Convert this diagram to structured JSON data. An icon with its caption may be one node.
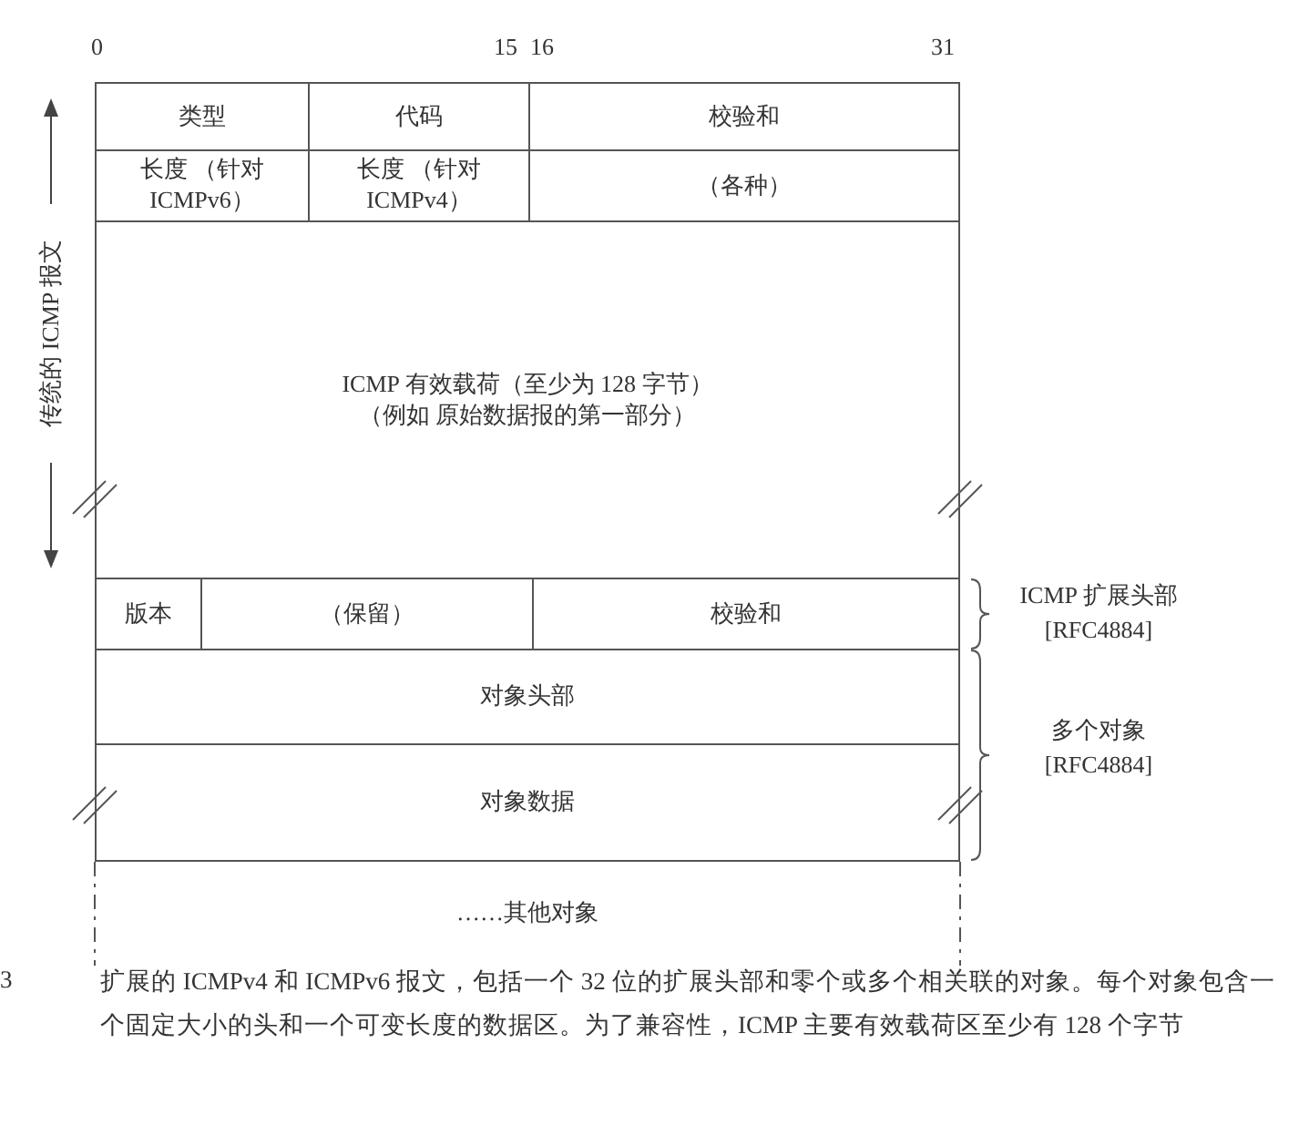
{
  "diagram": {
    "caption": "扩展的 ICMPv4 和 ICMPv6 报文，包括一个 32 位的扩展头部和零个或多个相关联的对象。每个对象包含一个固定大小的头和一个可变长度的数据区。为了兼容性，ICMP 主要有效载荷区至少有 128 个字节",
    "nodes": [
      {
        "text": [
          "类型"
        ]
      },
      {
        "text": [
          "代码"
        ]
      },
      {
        "text": [
          "校验和"
        ]
      },
      {
        "text": [
          "长度 （针对 ICMPv6）"
        ]
      },
      {
        "text": [
          "长度 （针对 ICMPv4）"
        ]
      },
      {
        "text": [
          "（各种）"
        ]
      },
      {
        "text": [
          "ICMP 有效载荷（至少为 128 字节）",
          "（例如 原始数据报的第一部分）"
        ]
      },
      {
        "text": [
          "版本"
        ]
      },
      {
        "text": [
          "（保留）"
        ]
      },
      {
        "text": [
          "校验和"
        ]
      },
      {
        "text": [
          "对象头部"
        ]
      },
      {
        "text": [
          "对象数据"
        ]
      },
      {
        "text": [
          "……其他对象"
        ]
      }
    ],
    "edges": [],
    "labels": [
      "0",
      "15",
      "16",
      "31",
      "传统的 ICMP 报文",
      "ICMP 扩展头部 [RFC4884]",
      "多个对象 [RFC4884]",
      "3"
    ]
  }
}
